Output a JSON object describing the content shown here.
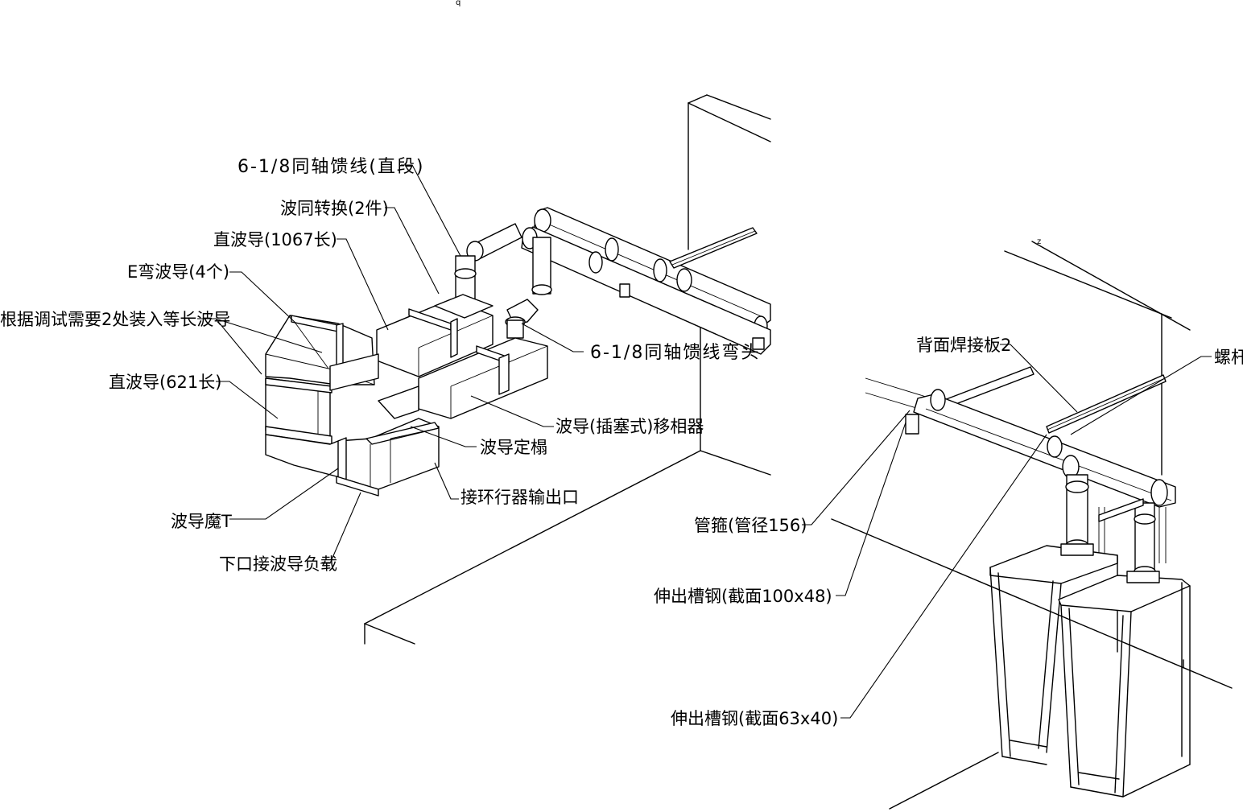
{
  "labels": {
    "coax_straight": "6-1/8同轴馈线(直段)",
    "wg_coax_transition": "波同转换(2件)",
    "straight_wg_1067": "直波导(1067长)",
    "e_bend": "E弯波导(4个)",
    "equal_length_note": "根据调试需要2处装入等长波导",
    "straight_wg_621": "直波导(621长)",
    "coax_elbow": "6-1/8同轴馈线弯头",
    "phase_shifter": "波导(插塞式)移相器",
    "wg_bracket": "波导定榻",
    "circulator_output": "接环行器输出口",
    "magic_tee": "波导魔T",
    "lower_load": "下口接波导负载",
    "back_weld_plate": "背面焊接板2",
    "screw_rod": "螺杆",
    "pipe_clamp": "管箍(管径156)",
    "channel_100": "伸出槽钢(截面100x48)",
    "channel_63": "伸出槽钢(截面63x40)"
  },
  "marks": {
    "top_mark": "q",
    "right_mark": "z"
  },
  "colors": {
    "line": "#000000",
    "background": "#ffffff"
  }
}
